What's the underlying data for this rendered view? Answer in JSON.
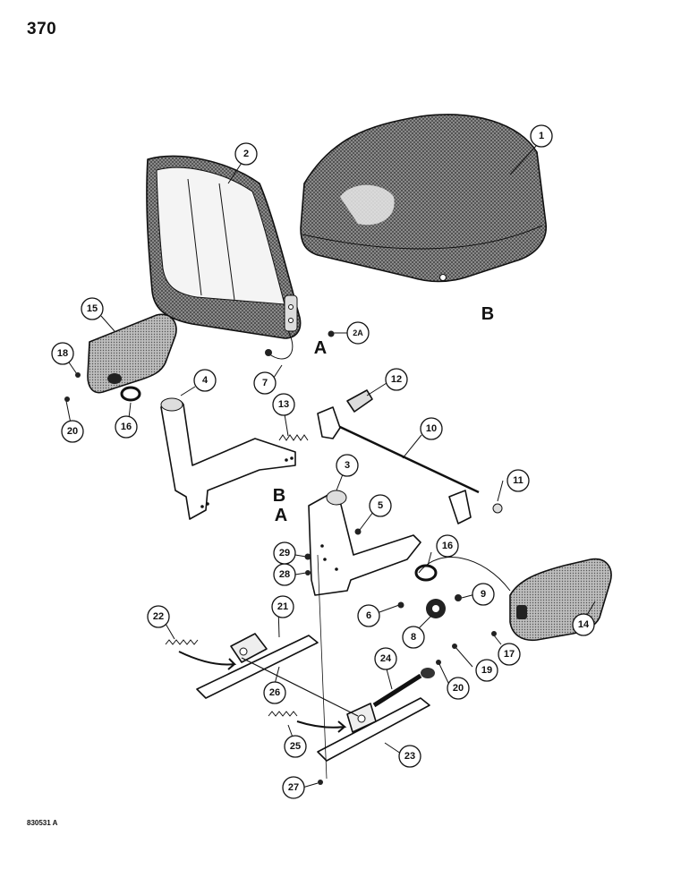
{
  "page": {
    "number": "370",
    "doc_code": "830531 A"
  },
  "colors": {
    "ink": "#111111",
    "paper": "#ffffff",
    "fabric": "#6b6b6b"
  },
  "callouts": [
    {
      "id": "c1",
      "label": "1"
    },
    {
      "id": "c2",
      "label": "2"
    },
    {
      "id": "c2a",
      "label": "2A"
    },
    {
      "id": "c3",
      "label": "3"
    },
    {
      "id": "c4",
      "label": "4"
    },
    {
      "id": "c5",
      "label": "5"
    },
    {
      "id": "c6",
      "label": "6"
    },
    {
      "id": "c7",
      "label": "7"
    },
    {
      "id": "c8",
      "label": "8"
    },
    {
      "id": "c9",
      "label": "9"
    },
    {
      "id": "c10",
      "label": "10"
    },
    {
      "id": "c11",
      "label": "11"
    },
    {
      "id": "c12",
      "label": "12"
    },
    {
      "id": "c13",
      "label": "13"
    },
    {
      "id": "c14",
      "label": "14"
    },
    {
      "id": "c15",
      "label": "15"
    },
    {
      "id": "c16a",
      "label": "16"
    },
    {
      "id": "c16b",
      "label": "16"
    },
    {
      "id": "c17",
      "label": "17"
    },
    {
      "id": "c18",
      "label": "18"
    },
    {
      "id": "c19",
      "label": "19"
    },
    {
      "id": "c20a",
      "label": "20"
    },
    {
      "id": "c20b",
      "label": "20"
    },
    {
      "id": "c21",
      "label": "21"
    },
    {
      "id": "c22",
      "label": "22"
    },
    {
      "id": "c23",
      "label": "23"
    },
    {
      "id": "c24",
      "label": "24"
    },
    {
      "id": "c25",
      "label": "25"
    },
    {
      "id": "c26",
      "label": "26"
    },
    {
      "id": "c27",
      "label": "27"
    },
    {
      "id": "c28",
      "label": "28"
    },
    {
      "id": "c29",
      "label": "29"
    }
  ],
  "reference_letters": [
    {
      "id": "lA1",
      "label": "A"
    },
    {
      "id": "lB1",
      "label": "B"
    },
    {
      "id": "lB2",
      "label": "B"
    },
    {
      "id": "lA2",
      "label": "A"
    }
  ]
}
